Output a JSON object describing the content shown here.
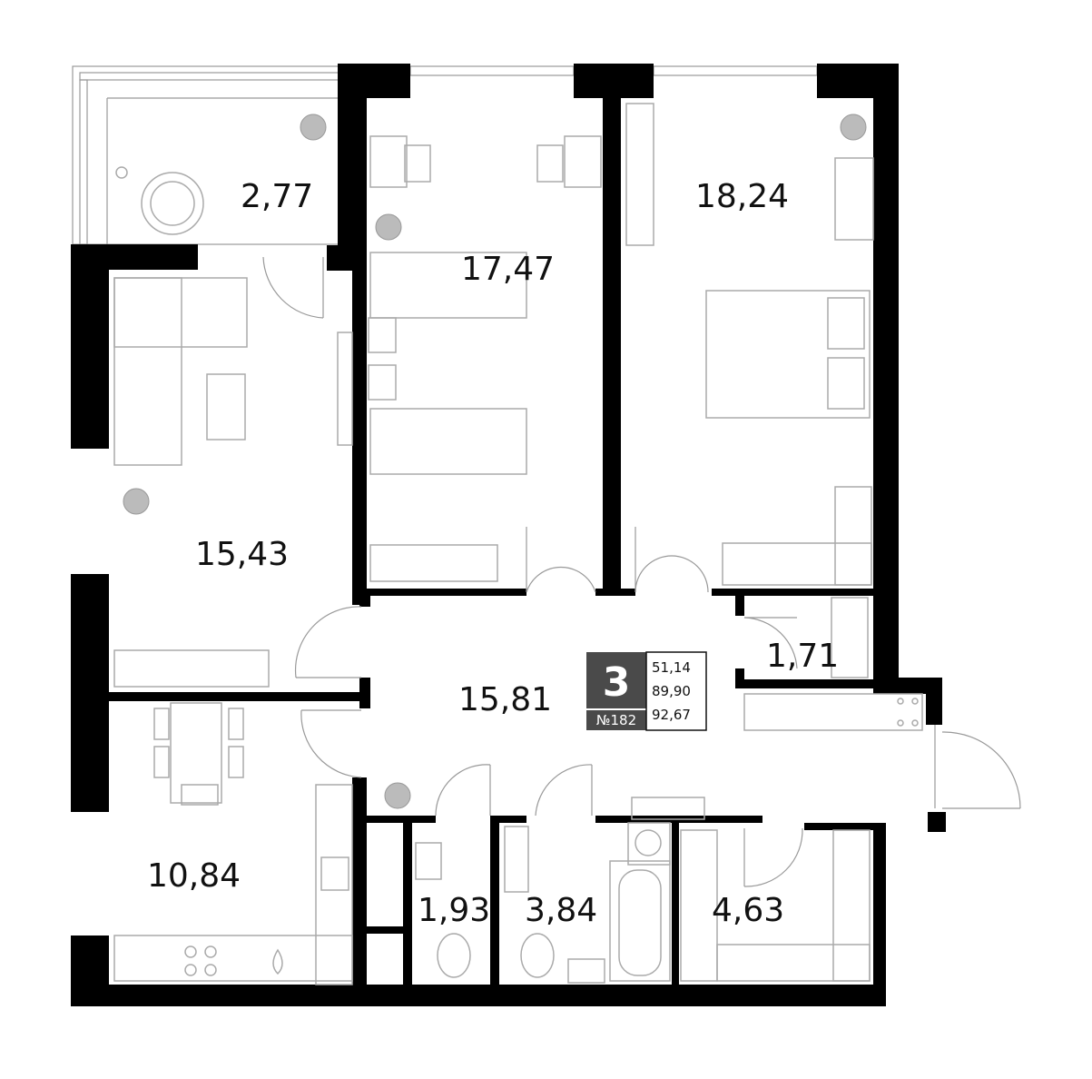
{
  "rooms": [
    {
      "id": "balcony",
      "area": "2,77"
    },
    {
      "id": "kids-bedroom",
      "area": "17,47"
    },
    {
      "id": "bedroom",
      "area": "18,24"
    },
    {
      "id": "living-room",
      "area": "15,43"
    },
    {
      "id": "hallway",
      "area": "15,81"
    },
    {
      "id": "wardrobe-small",
      "area": "1,71"
    },
    {
      "id": "kitchen",
      "area": "10,84"
    },
    {
      "id": "toilet",
      "area": "1,93"
    },
    {
      "id": "bathroom",
      "area": "3,84"
    },
    {
      "id": "walk-in-closet",
      "area": "4,63"
    }
  ],
  "badge": {
    "rooms_count": "3",
    "apartment_number": "№182",
    "areas": [
      "51,14",
      "89,90",
      "92,67"
    ]
  }
}
